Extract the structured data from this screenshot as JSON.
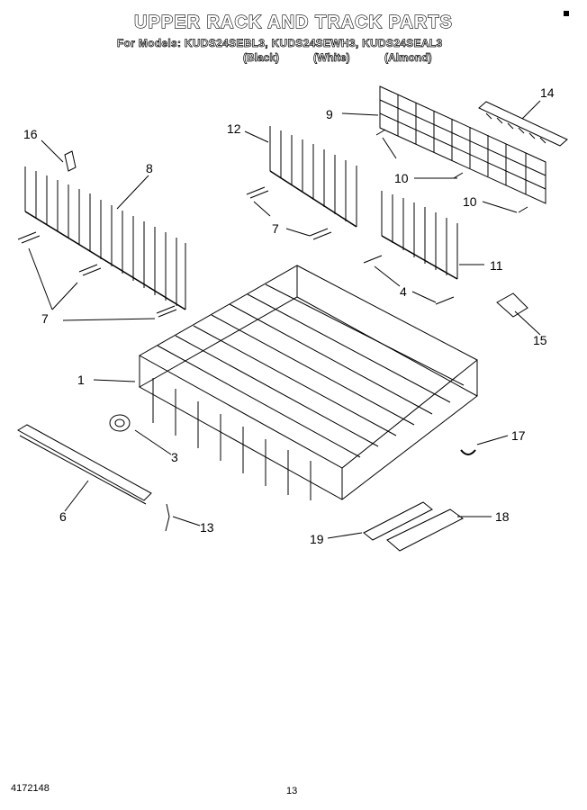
{
  "header": {
    "title": "UPPER RACK AND TRACK PARTS",
    "models": "For Models: KUDS24SEBL3, KUDS24SEWH3, KUDS24SEAL3",
    "color_black": "(Black)",
    "color_white": "(White)",
    "color_almond": "(Almond)"
  },
  "callouts": {
    "c1": "1",
    "c3": "3",
    "c4": "4",
    "c6": "6",
    "c7a": "7",
    "c7b": "7",
    "c8": "8",
    "c9": "9",
    "c10a": "10",
    "c10b": "10",
    "c11": "11",
    "c12": "12",
    "c13": "13",
    "c14": "14",
    "c15": "15",
    "c16": "16",
    "c17": "17",
    "c18": "18",
    "c19": "19"
  },
  "footer": {
    "doc_number": "4172148",
    "page_number": "13"
  }
}
